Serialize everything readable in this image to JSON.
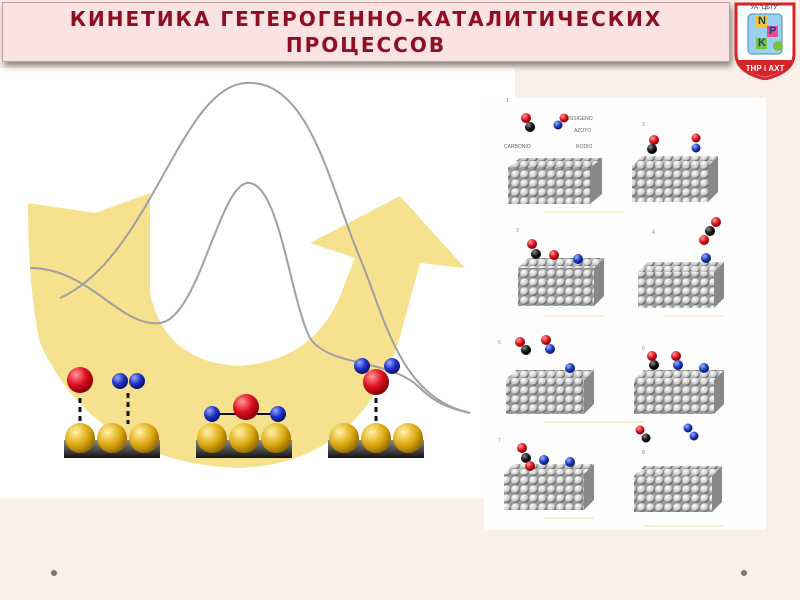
{
  "slide": {
    "title": "КИНЕТИКА ГЕТЕРОГЕННО–КАТАЛИТИЧЕСКИХ ПРОЦЕССОВ"
  },
  "logo": {
    "top_text": "УА \"ЦБТУ\"",
    "letters": [
      "N",
      "P",
      "K"
    ],
    "bottom_text": "ТНР і АХТ"
  },
  "colors": {
    "title_text": "#8e0f24",
    "title_bg": "#fbe3e3",
    "slide_bg": "#fbf0e8",
    "arrow": "#f3dc7a",
    "oxygen": "#e01020",
    "nitrogen": "#2233cc",
    "catalyst_gold": "#d4a017"
  },
  "figure": {
    "labels": [
      "OSSIGENO",
      "AZOTO",
      "CARBONIO",
      "RODIO"
    ],
    "steps": [
      "1",
      "2",
      "3",
      "4",
      "5",
      "6",
      "7",
      "8"
    ]
  }
}
